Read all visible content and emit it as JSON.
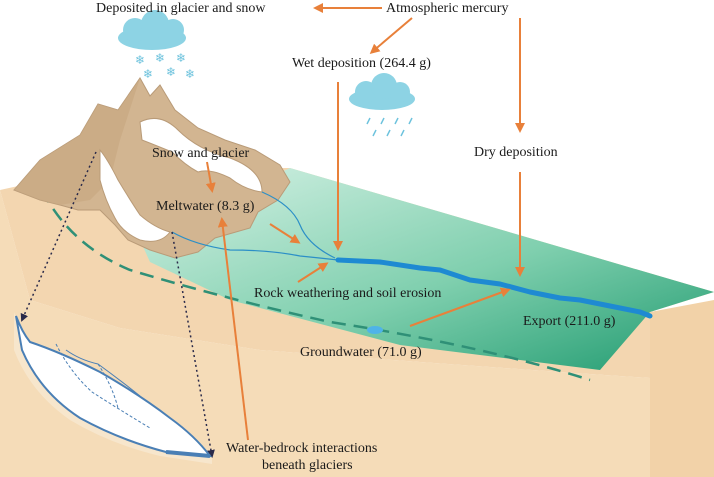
{
  "labels": {
    "deposited": "Deposited in glacier and snow",
    "atmospheric": "Atmospheric mercury",
    "wet": "Wet deposition (264.4 g)",
    "dry": "Dry deposition",
    "snow_glacier": "Snow and glacier",
    "meltwater": "Meltwater (8.3 g)",
    "rock": "Rock weathering and soil erosion",
    "export": "Export (211.0 g)",
    "groundwater": "Groundwater (71.0 g)",
    "water_bedrock_1": "Water-bedrock interactions",
    "water_bedrock_2": "beneath glaciers"
  },
  "colors": {
    "arrow": "#e8803a",
    "river": "#1e8ad2",
    "cloud": "#8dd3e4",
    "rock": "#d2b591",
    "land": "#f5d9b4",
    "water_light": "#c8ecdc",
    "water_dark": "#2fa37a",
    "groundwater_line": "#2f9077",
    "glacier_section": "#4a7fb5"
  },
  "icons": [
    "cloud-icon",
    "snowflake-icon",
    "raindrop-icon",
    "dotted-arrow-icon"
  ]
}
